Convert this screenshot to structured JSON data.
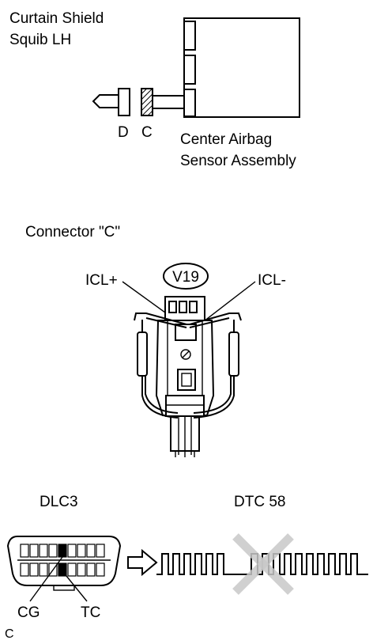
{
  "top": {
    "component_line1": "Curtain Shield",
    "component_line2": "Squib LH",
    "connector_d": "D",
    "connector_c": "C",
    "assembly_line1": "Center Airbag",
    "assembly_line2": "Sensor Assembly"
  },
  "connector_view": {
    "title": "Connector \"C\"",
    "code": "V19",
    "pin_left": "ICL+",
    "pin_right": "ICL-"
  },
  "dlc": {
    "title": "DLC3",
    "dtc_title": "DTC 58",
    "terminal_cg": "CG",
    "terminal_tc": "TC",
    "corner_label": "C"
  },
  "colors": {
    "line": "#000000",
    "cross": "#c8c8c8",
    "hatch": "#000000"
  }
}
